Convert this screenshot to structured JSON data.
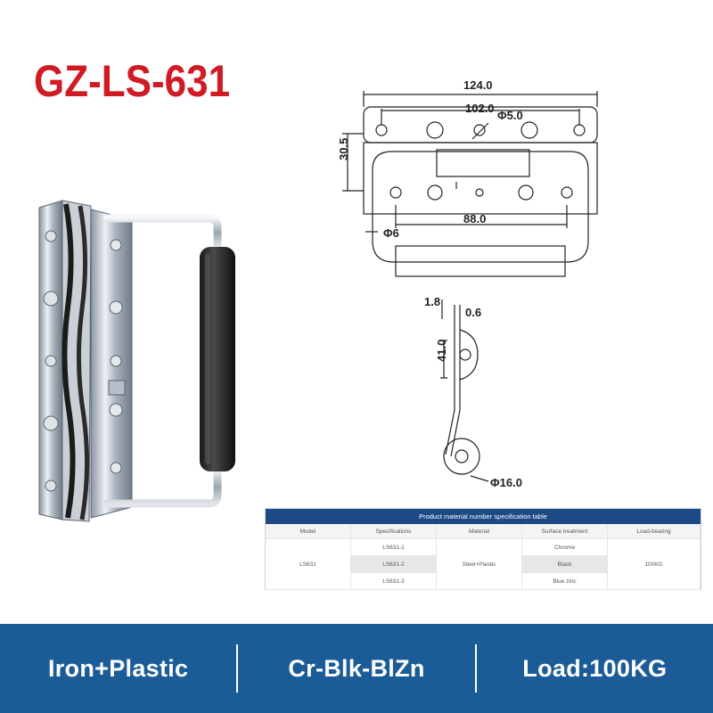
{
  "header": {
    "product_code": "GZ-LS-631",
    "code_color": "#d01b24"
  },
  "drawing": {
    "dim_overall_width": "124.0",
    "dim_hole_spacing": "102.0",
    "dim_hole_diameter": "Φ5.0",
    "dim_height": "30.5",
    "dim_inner_spacing": "88.0",
    "dim_wire_diameter": "Φ6",
    "dim_thickness": "1.8",
    "dim_gap": "0.6",
    "dim_side_height": "41.0",
    "dim_roller_diameter": "Φ16.0"
  },
  "spec_table": {
    "title": "Product material number specification table",
    "headers": [
      "Model",
      "Specifications",
      "Material",
      "Surface treatment",
      "Load-bearing"
    ],
    "model": "LS631",
    "specifications": [
      "LS631-1",
      "LS631-2",
      "LS631-3"
    ],
    "material": "Steel+Plastic",
    "surface_treatments": [
      "Chrome",
      "Black",
      "Blue zinc"
    ],
    "load_bearing": "100KG"
  },
  "features": {
    "material": "Iron+Plastic",
    "finishes": "Cr-Blk-BlZn",
    "load": "Load:100KG"
  },
  "colors": {
    "feature_bar": "#1b5c98",
    "table_title_bar": "#1d4a86"
  }
}
